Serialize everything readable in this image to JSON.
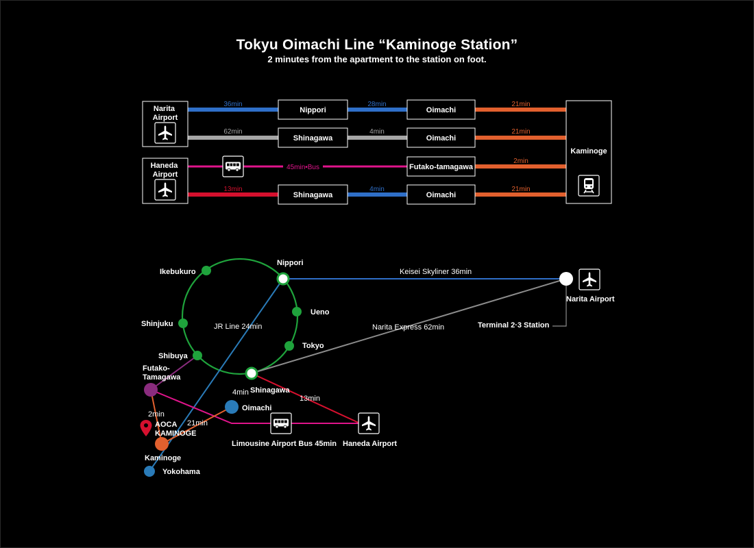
{
  "header": {
    "title": "Tokyu Oimachi Line “Kaminoge Station”",
    "subtitle": "2 minutes from the apartment to the station on foot."
  },
  "colors": {
    "blue": "#2f6fc8",
    "gray": "#a6a6a6",
    "magenta": "#e0148b",
    "red": "#d5102e",
    "orange": "#e2602e",
    "green": "#1fa33c",
    "purple": "#8a2c7e",
    "steel_blue": "#2a7bb8",
    "white": "#ffffff"
  },
  "routes": {
    "narita_airport": "Narita\nAirport",
    "haneda_airport": "Haneda\nAirport",
    "kaminoge": "Kaminoge",
    "row1": {
      "via": "Nippori",
      "transfer": "Oimachi",
      "t1": "36min",
      "t2": "28min",
      "t3": "21min"
    },
    "row2": {
      "via": "Shinagawa",
      "transfer": "Oimachi",
      "t1": "62min",
      "t2": "4min",
      "t3": "21min"
    },
    "row3": {
      "bus": "45min•Bus",
      "transfer": "Futako-tamagawa",
      "t3": "2min"
    },
    "row4": {
      "via": "Shinagawa",
      "transfer": "Oimachi",
      "t1": "13min",
      "t2": "4min",
      "t3": "21min"
    }
  },
  "map": {
    "stations": {
      "nippori": "Nippori",
      "ikebukuro": "Ikebukuro",
      "ueno": "Ueno",
      "shinjuku": "Shinjuku",
      "tokyo": "Tokyo",
      "shibuya": "Shibuya",
      "shinagawa": "Shinagawa",
      "futako": "Futako-\nTamagawa",
      "oimachi": "Oimachi",
      "kaminoge": "Kaminoge",
      "yokohama": "Yokohama",
      "narita": "Narita Airport",
      "terminal": "Terminal 2·3 Station",
      "haneda": "Haneda Airport",
      "apartment": "AOCA\nKAMINOGE"
    },
    "lines": {
      "skyliner": "Keisei Skyliner 36min",
      "jr": "JR Line 24min",
      "nex": "Narita Express 62min",
      "limousine": "Limousine Airport Bus 45min",
      "t13": "13min",
      "t4": "4min",
      "t2": "2min",
      "t21": "21min"
    }
  }
}
